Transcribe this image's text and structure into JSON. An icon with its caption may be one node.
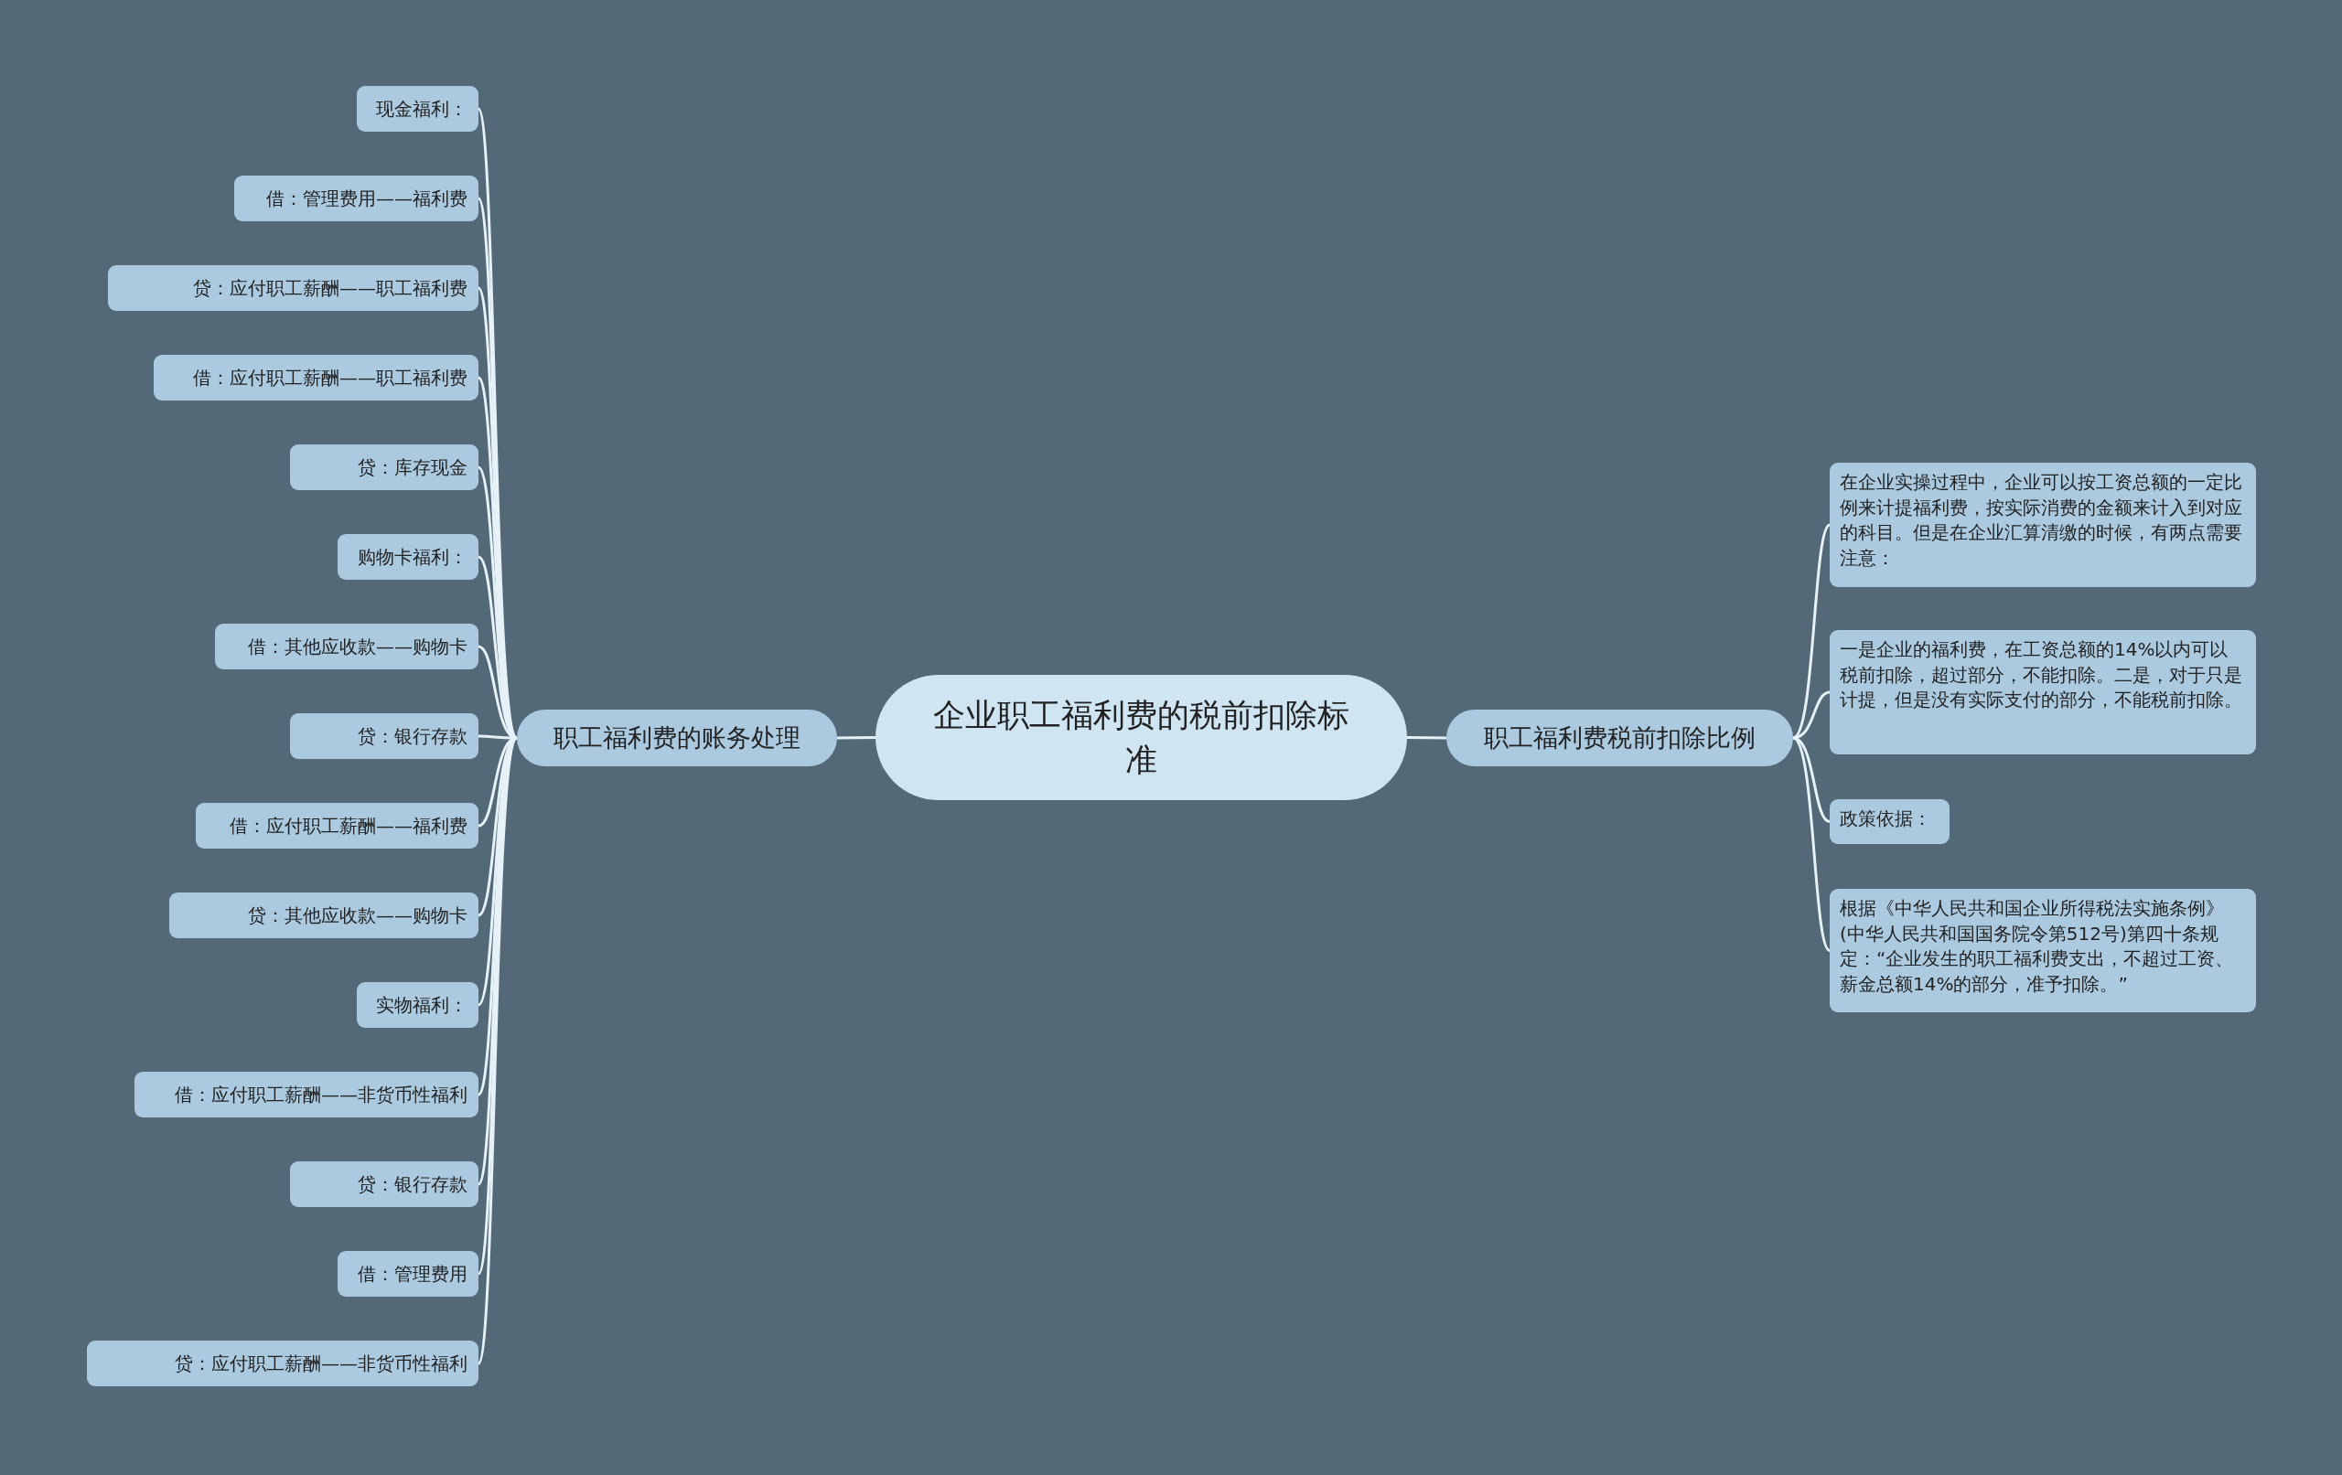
{
  "diagram": {
    "nodes": [
      {
        "text": [
          "企业职工福利费的税前扣除标准"
        ]
      },
      {
        "text": [
          "职工福利费的账务处理"
        ]
      },
      {
        "text": [
          "现金福利："
        ]
      },
      {
        "text": [
          "借：管理费用——福利费"
        ]
      },
      {
        "text": [
          "贷：应付职工薪酬——职工福利费"
        ]
      },
      {
        "text": [
          "借：应付职工薪酬——职工福利费"
        ]
      },
      {
        "text": [
          "贷：库存现金"
        ]
      },
      {
        "text": [
          "购物卡福利："
        ]
      },
      {
        "text": [
          "借：其他应收款——购物卡"
        ]
      },
      {
        "text": [
          "贷：银行存款"
        ]
      },
      {
        "text": [
          "借：应付职工薪酬——福利费"
        ]
      },
      {
        "text": [
          "贷：其他应收款——购物卡"
        ]
      },
      {
        "text": [
          "实物福利："
        ]
      },
      {
        "text": [
          "借：应付职工薪酬——非货币性福利"
        ]
      },
      {
        "text": [
          "贷：银行存款"
        ]
      },
      {
        "text": [
          "借：管理费用"
        ]
      },
      {
        "text": [
          "贷：应付职工薪酬——非货币性福利"
        ]
      },
      {
        "text": [
          "职工福利费税前扣除比例"
        ]
      },
      {
        "text": [
          "在企业实操过程中，企业可以按工资总额的一定比例来计提福利费，按实际消费的金额来计入到对应的科目。但是在企业汇算清缴的时候，有两点需要注意："
        ]
      },
      {
        "text": [
          "一是企业的福利费，在工资总额的14%以内可以税前扣除，超过部分，不能扣除。二是，对于只是计提，但是没有实际支付的部分，不能税前扣除。"
        ]
      },
      {
        "text": [
          "政策依据："
        ]
      },
      {
        "text": [
          "根据《中华人民共和国企业所得税法实施条例》(中华人民共和国国务院令第512号)第四十条规定：“企业发生的职工福利费支出，不超过工资、薪金总额14%的部分，准予扣除。”"
        ]
      }
    ],
    "edges": [
      {
        "from": 0,
        "to": 1,
        "arrow": "none"
      },
      {
        "from": 1,
        "to": 2,
        "arrow": "none"
      },
      {
        "from": 1,
        "to": 3,
        "arrow": "none"
      },
      {
        "from": 1,
        "to": 4,
        "arrow": "none"
      },
      {
        "from": 1,
        "to": 5,
        "arrow": "none"
      },
      {
        "from": 1,
        "to": 6,
        "arrow": "none"
      },
      {
        "from": 1,
        "to": 7,
        "arrow": "none"
      },
      {
        "from": 1,
        "to": 8,
        "arrow": "none"
      },
      {
        "from": 1,
        "to": 9,
        "arrow": "none"
      },
      {
        "from": 1,
        "to": 10,
        "arrow": "none"
      },
      {
        "from": 1,
        "to": 11,
        "arrow": "none"
      },
      {
        "from": 1,
        "to": 12,
        "arrow": "none"
      },
      {
        "from": 1,
        "to": 13,
        "arrow": "none"
      },
      {
        "from": 1,
        "to": 14,
        "arrow": "none"
      },
      {
        "from": 1,
        "to": 15,
        "arrow": "none"
      },
      {
        "from": 1,
        "to": 16,
        "arrow": "none"
      },
      {
        "from": 0,
        "to": 17,
        "arrow": "none"
      },
      {
        "from": 17,
        "to": 18,
        "arrow": "none"
      },
      {
        "from": 17,
        "to": 19,
        "arrow": "none"
      },
      {
        "from": 17,
        "to": 20,
        "arrow": "none"
      },
      {
        "from": 17,
        "to": 21,
        "arrow": "none"
      }
    ]
  }
}
